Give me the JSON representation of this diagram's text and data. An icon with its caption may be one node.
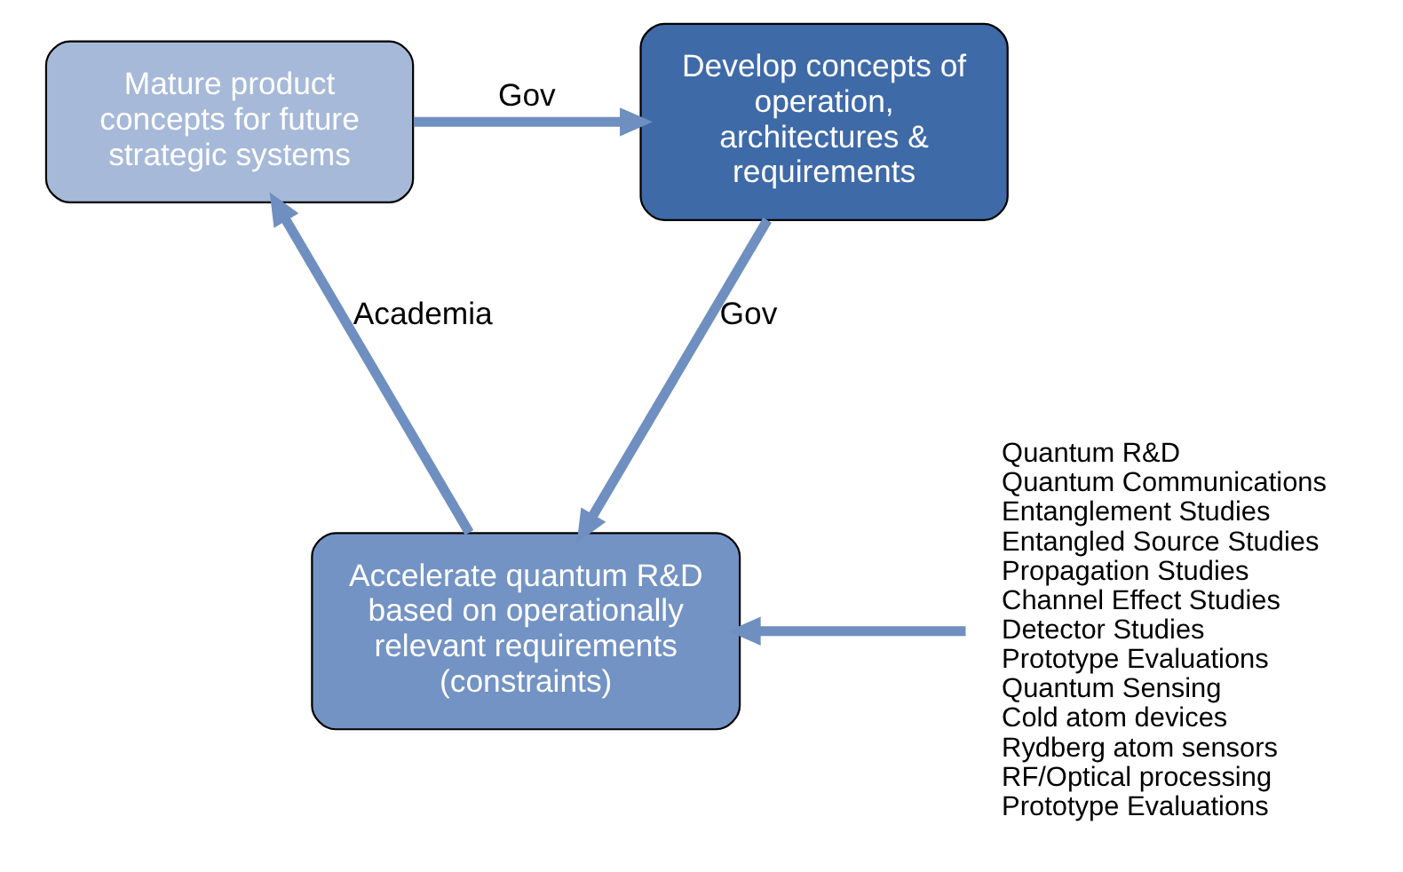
{
  "diagram": {
    "nodes": [
      {
        "text": [
          "Mature product concepts for future strategic systems"
        ]
      },
      {
        "text": [
          "Develop concepts of operation, architectures & requirements"
        ]
      },
      {
        "text": [
          "Accelerate quantum R&D based on operationally relevant requirements (constraints)"
        ]
      },
      {
        "text": [
          "Quantum R&D",
          "Quantum Communications",
          "Entanglement Studies",
          "Entangled Source Studies",
          "Propagation Studies",
          "Channel Effect Studies",
          "Detector Studies",
          "Prototype Evaluations",
          "Quantum Sensing",
          "Cold atom devices",
          "Rydberg atom sensors",
          "RF/Optical processing",
          "Prototype Evaluations"
        ]
      }
    ],
    "edges": [
      {
        "from": 0,
        "to": 1,
        "arrow": "to",
        "label": "Gov"
      },
      {
        "from": 1,
        "to": 2,
        "arrow": "to",
        "label": "Gov"
      },
      {
        "from": 2,
        "to": 0,
        "arrow": "to",
        "label": "Academia"
      },
      {
        "from": 3,
        "to": 2,
        "arrow": "to"
      }
    ]
  }
}
